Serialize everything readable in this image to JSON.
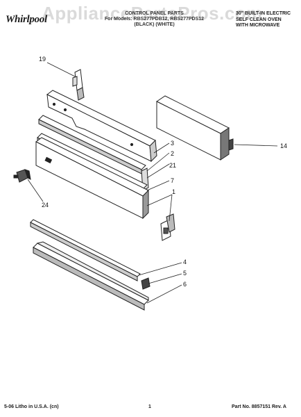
{
  "header": {
    "brand": "Whirlpool",
    "title_lines": [
      "CONTROL PANEL PARTS",
      "For Models: RBS277PDB12, RBS277PDS12",
      "(BLACK)          (WHITE)"
    ],
    "product_lines": [
      "30\" BUILT-IN ELECTRIC",
      "SELF CLEAN OVEN",
      "WITH MICROWAVE"
    ]
  },
  "watermark": "AppliancePartsPros.com",
  "callouts": {
    "p19": "19",
    "p3": "3",
    "p2": "2",
    "p21": "21",
    "p7": "7",
    "p1": "1",
    "p14": "14",
    "p24": "24",
    "p4": "4",
    "p5": "5",
    "p6": "6"
  },
  "footer": {
    "left": "5-06 Litho in U.S.A. (cn)",
    "center": "1",
    "right": "Part No. 8857151 Rev. A"
  }
}
